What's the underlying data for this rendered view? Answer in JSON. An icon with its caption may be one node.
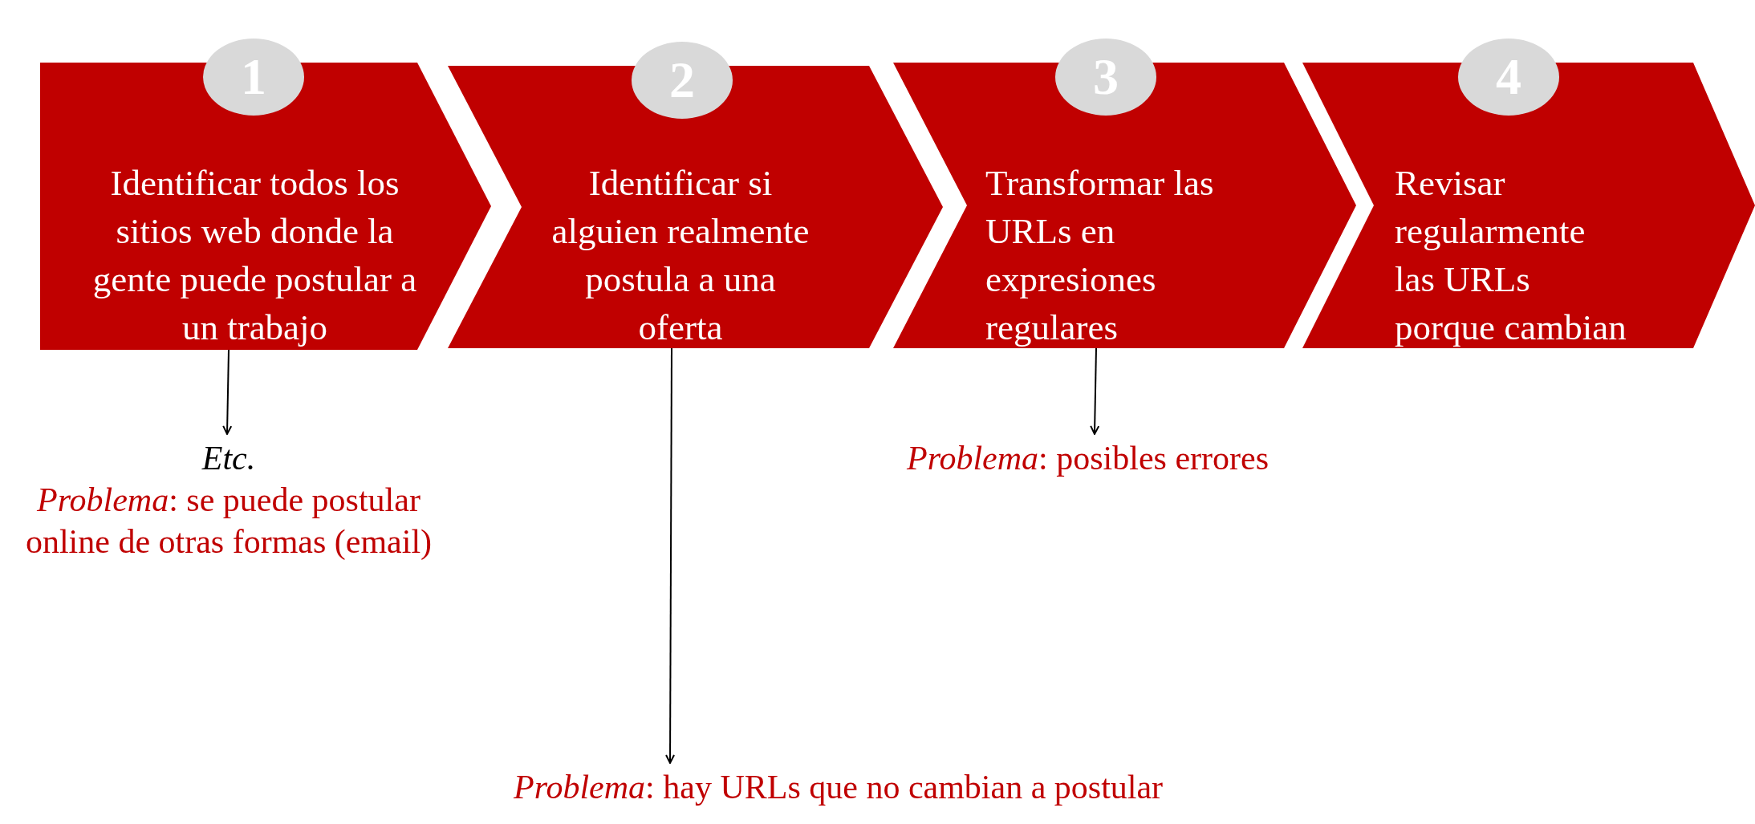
{
  "diagram": {
    "nodes": [
      {
        "text": [
          "1",
          "Identificar todos los sitios web donde la gente puede postular a un trabajo"
        ]
      },
      {
        "text": [
          "2",
          "Identificar si alguien realmente postula a una oferta"
        ]
      },
      {
        "text": [
          "3",
          "Transformar las URLs en expresiones regulares"
        ]
      },
      {
        "text": [
          "4",
          "Revisar regularmente las URLs porque cambian"
        ]
      },
      {
        "text": [
          "Etc.",
          "*Problema*: se puede postular online de otras formas (email)"
        ]
      },
      {
        "text": [
          "*Problema*: hay URLs que no cambian a postular"
        ]
      },
      {
        "text": [
          "*Problema*: posibles errores"
        ]
      }
    ],
    "edges": [
      {
        "from": 0,
        "to": 4,
        "arrow": "to"
      },
      {
        "from": 1,
        "to": 5,
        "arrow": "to"
      },
      {
        "from": 2,
        "to": 6,
        "arrow": "to"
      }
    ]
  }
}
